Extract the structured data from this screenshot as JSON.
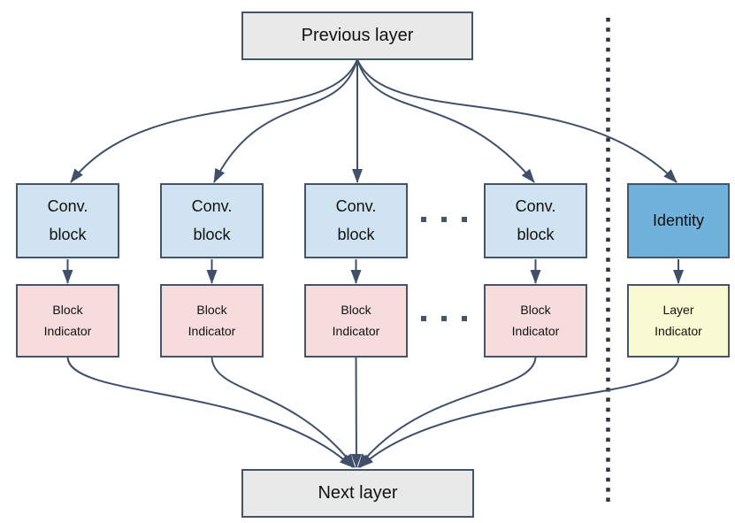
{
  "diagram": {
    "previous_layer_label": "Previous layer",
    "next_layer_label": "Next layer",
    "conv_block": {
      "line1": "Conv.",
      "line2": "block"
    },
    "block_indicator": {
      "line1": "Block",
      "line2": "Indicator"
    },
    "identity_label": "Identity",
    "layer_indicator": {
      "line1": "Layer",
      "line2": "Indicator"
    },
    "colors": {
      "canvas_bg": "#ffffff",
      "box_border": "#44546a",
      "connector": "#41506a",
      "divider": "#2b3545",
      "layer_fill": "#e9e9e9",
      "conv_fill": "#cfe3f1",
      "identity_fill": "#70b2dc",
      "block_indicator_fill": "#f6dcdc",
      "layer_indicator_fill": "#fafad2",
      "text": "#111111"
    }
  }
}
